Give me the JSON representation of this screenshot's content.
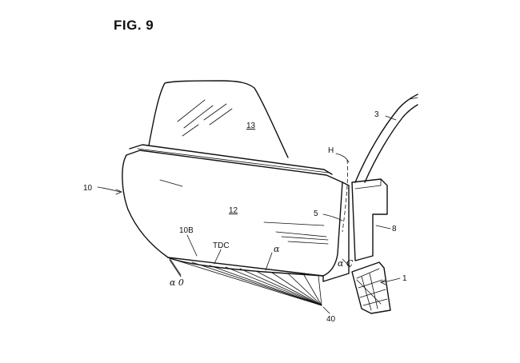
{
  "figure": {
    "title": "FIG. 9"
  },
  "labels": {
    "door": "10",
    "panel": "12",
    "glass": "13",
    "pillar": "3",
    "line_h": "H",
    "seal": "5",
    "pillar_block": "8",
    "sensor": "1",
    "lower_edge": "10B",
    "tdc": "TDC",
    "alpha": "α",
    "alpha_0": "α 0",
    "alpha_c": "α C",
    "fan": "40"
  }
}
